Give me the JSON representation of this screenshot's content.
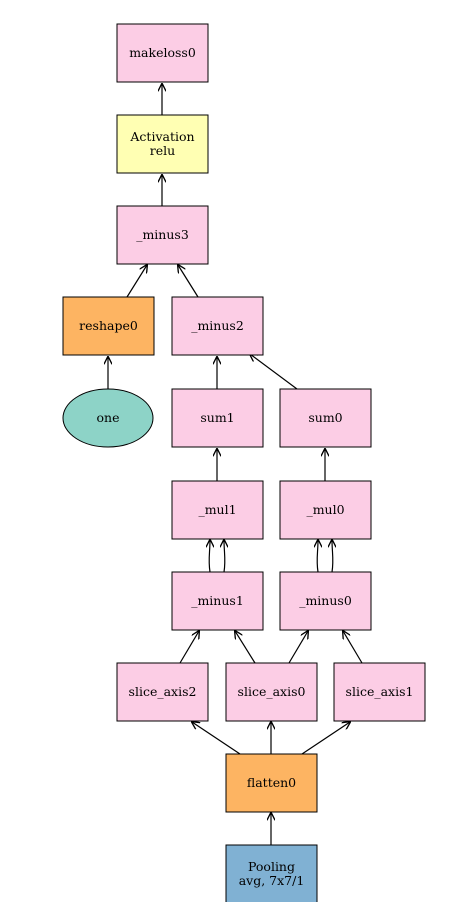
{
  "colors": {
    "op": "#fccde5",
    "activation": "#ffffb3",
    "reshape": "#fdb462",
    "variable": "#8dd3c7",
    "pooling": "#80b1d3"
  },
  "nodes": {
    "makeloss0": {
      "line1": "makeloss0"
    },
    "activation": {
      "line1": "Activation",
      "line2": "relu"
    },
    "minus3": {
      "line1": "_minus3"
    },
    "reshape0": {
      "line1": "reshape0"
    },
    "one": {
      "line1": "one"
    },
    "minus2": {
      "line1": "_minus2"
    },
    "sum1": {
      "line1": "sum1"
    },
    "sum0": {
      "line1": "sum0"
    },
    "mul1": {
      "line1": "_mul1"
    },
    "mul0": {
      "line1": "_mul0"
    },
    "minus1": {
      "line1": "_minus1"
    },
    "minus0": {
      "line1": "_minus0"
    },
    "slice_axis2": {
      "line1": "slice_axis2"
    },
    "slice_axis0": {
      "line1": "slice_axis0"
    },
    "slice_axis1": {
      "line1": "slice_axis1"
    },
    "flatten0": {
      "line1": "flatten0"
    },
    "pooling": {
      "line1": "Pooling",
      "line2": "avg, 7x7/1"
    }
  }
}
